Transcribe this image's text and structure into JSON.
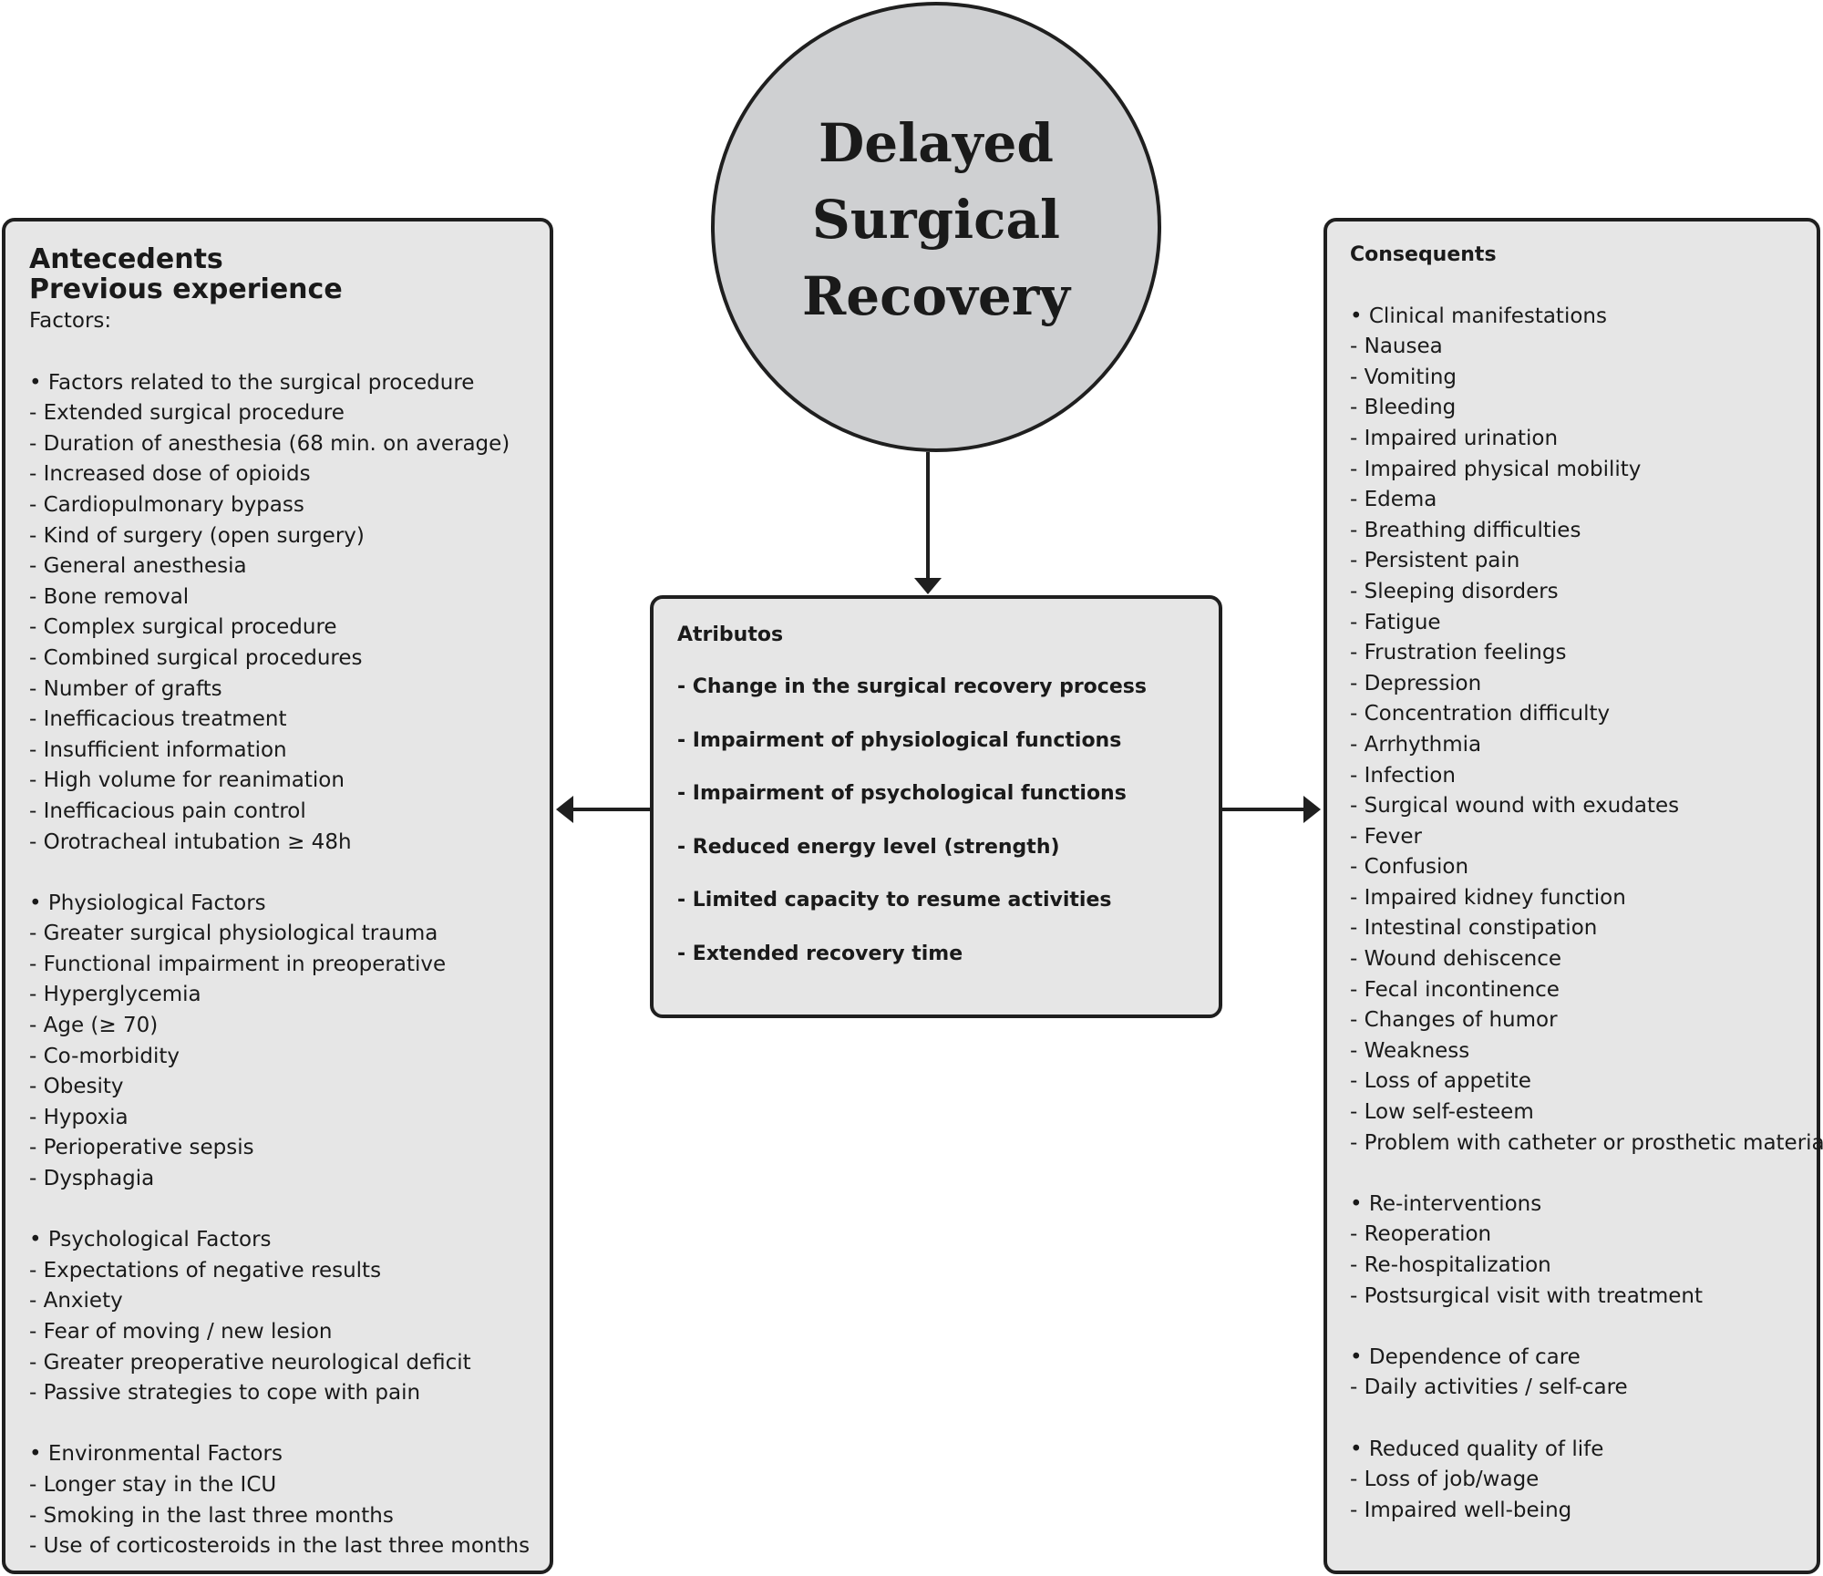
{
  "center": {
    "title_lines": [
      "Delayed",
      "Surgical",
      "Recovery"
    ]
  },
  "antecedents": {
    "title": "Antecedents",
    "subtitle": "Previous experience",
    "factors_label": "Factors:",
    "groups": [
      {
        "header": "• Factors related to the surgical procedure",
        "items": [
          "- Extended surgical procedure",
          "- Duration of anesthesia (68 min. on average)",
          "- Increased dose of opioids",
          "- Cardiopulmonary bypass",
          "- Kind of surgery (open surgery)",
          "- General anesthesia",
          "- Bone removal",
          "- Complex surgical procedure",
          "- Combined surgical procedures",
          "- Number of grafts",
          "- Inefficacious treatment",
          "- Insufficient information",
          "- High volume for reanimation",
          "- Inefficacious pain control",
          "- Orotracheal intubation ≥ 48h"
        ]
      },
      {
        "header": "• Physiological Factors",
        "items": [
          "- Greater surgical physiological trauma",
          "- Functional impairment in preoperative",
          "- Hyperglycemia",
          "- Age (≥ 70)",
          "- Co-morbidity",
          "- Obesity",
          "- Hypoxia",
          "- Perioperative sepsis",
          "- Dysphagia"
        ]
      },
      {
        "header": "• Psychological Factors",
        "items": [
          "- Expectations of negative results",
          "- Anxiety",
          "- Fear of moving / new lesion",
          "- Greater preoperative neurological deficit",
          "- Passive strategies to cope with pain"
        ]
      },
      {
        "header": "• Environmental Factors",
        "items": [
          "- Longer stay in the ICU",
          "- Smoking in the last three months",
          "- Use of corticosteroids in the last three months"
        ]
      }
    ]
  },
  "attributes": {
    "title": "Atributos",
    "items": [
      "- Change in the surgical recovery process",
      "- Impairment of physiological functions",
      "- Impairment of psychological functions",
      "- Reduced energy level (strength)",
      "- Limited capacity to resume activities",
      "- Extended recovery time"
    ]
  },
  "consequents": {
    "title": "Consequents",
    "groups": [
      {
        "header": "• Clinical manifestations",
        "items": [
          "- Nausea",
          "- Vomiting",
          "- Bleeding",
          "- Impaired urination",
          "- Impaired physical mobility",
          "- Edema",
          "- Breathing difficulties",
          "- Persistent pain",
          "- Sleeping disorders",
          "- Fatigue",
          "- Frustration feelings",
          "- Depression",
          "- Concentration difficulty",
          "- Arrhythmia",
          "- Infection",
          "- Surgical wound with exudates",
          "- Fever",
          "- Confusion",
          "- Impaired kidney function",
          "- Intestinal constipation",
          "- Wound dehiscence",
          "- Fecal incontinence",
          "- Changes of humor",
          "- Weakness",
          "- Loss of appetite",
          "- Low self-esteem",
          "- Problem with catheter or prosthetic material"
        ]
      },
      {
        "header": "• Re-interventions",
        "items": [
          "- Reoperation",
          "- Re-hospitalization",
          "- Postsurgical visit with treatment"
        ]
      },
      {
        "header": "• Dependence of care",
        "items": [
          "- Daily activities / self-care"
        ]
      },
      {
        "header": "• Reduced quality of life",
        "items": [
          "- Loss of job/wage",
          "- Impaired well-being"
        ]
      }
    ]
  },
  "colors": {
    "circle_fill": "#cfd0d2",
    "box_fill": "#e6e6e6",
    "stroke": "#1f1f1f"
  }
}
